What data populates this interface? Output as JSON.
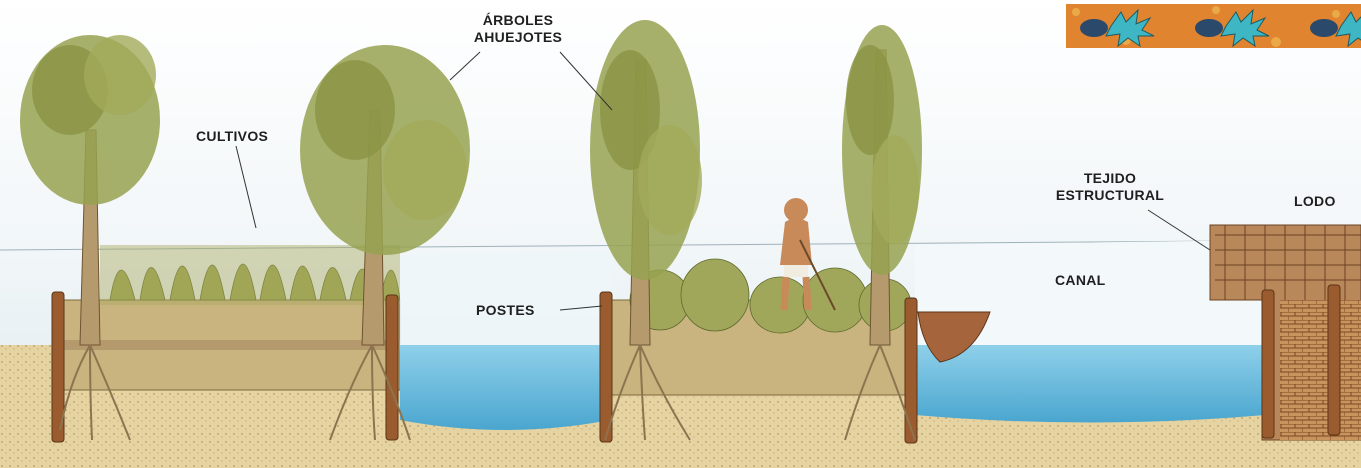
{
  "labels": {
    "arboles_line1": "ÁRBOLES",
    "arboles_line2": "AHUEJOTES",
    "cultivos": "CULTIVOS",
    "postes": "POSTES",
    "tejido_line1": "TEJIDO",
    "tejido_line2": "ESTRUCTURAL",
    "lodo": "LODO",
    "canal": "CANAL"
  },
  "colors": {
    "water": "#5fb3d6",
    "water_light": "#8fd0ea",
    "soil": "#e3cf9c",
    "foliage": "#8c9a4a",
    "trunk": "#b59a6e",
    "post": "#9a5b2e",
    "banner_bg": "#e0842f",
    "banner_glyph": "#3fb6c4"
  }
}
